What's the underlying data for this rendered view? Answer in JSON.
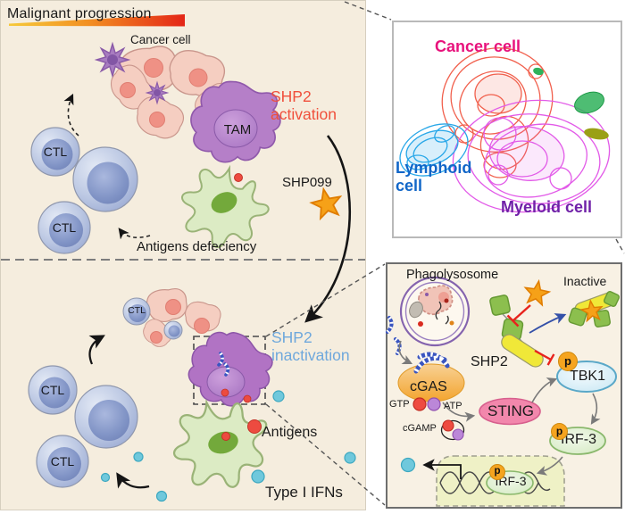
{
  "tumor_top": {
    "header": "Malignant progression",
    "cancer_cell_label": "Cancer cell",
    "tam_label": "TAM",
    "ctl_labels": [
      "CTL",
      "CTL"
    ],
    "state_line1": "SHP2",
    "state_line2": "activation",
    "state_color": "#f0503c",
    "drug_label": "SHP099",
    "antigens_label": "Antigens defeciency"
  },
  "tumor_bottom": {
    "ctl_labels": [
      "CTL",
      "CTL",
      "CTL"
    ],
    "state_line1": "SHP2",
    "state_line2": "inactivation",
    "state_color": "#6fa8dc",
    "antigens_label": "Antigens",
    "ifn_label": "Type I IFNs"
  },
  "tsne": {
    "cancer_label": "Cancer cell",
    "lymphoid_label_line1": "Lymphoid",
    "lymphoid_label_line2": "cell",
    "myeloid_label": "Myeloid cell",
    "colors": {
      "cancer_text": "#e8127c",
      "lymphoid_text": "#1166c8",
      "myeloid_text": "#7021a8",
      "cancer_cluster": "#f1604d",
      "lymphoid_cluster": "#28a7e8",
      "myeloid_cluster": "#e25ae8",
      "minor_green": "#2fb25b",
      "minor_olive": "#9aa016"
    }
  },
  "pathway": {
    "phagolysosome_label": "Phagolysosome",
    "inactive_label": "Inactive",
    "shp2_label": "SHP2",
    "cgas_label": "cGAS",
    "gtp_label": "GTP",
    "atp_label": "ATP",
    "cgamp_label": "cGAMP",
    "sting_label": "STING",
    "tbk1_label": "TBK1",
    "irf3_label": "IRF-3",
    "irf3_nucleus_label": "IRF-3",
    "phospho_badge": "p"
  },
  "colors": {
    "panel_beige": "#f5edde",
    "pathway_beige": "#f8f1e4",
    "gradient_start": "#f6c93a",
    "gradient_end": "#e42617",
    "star_orange": "#f6a118",
    "inhibition_red": "#e8231d",
    "antigen_red": "#ed4b40",
    "ifn_cyan": "#6fc8dc"
  }
}
